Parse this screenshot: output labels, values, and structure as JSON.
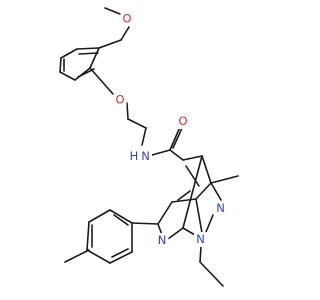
{
  "colors": {
    "background": "#ffffff",
    "bond": "#1a1a1a",
    "carbon": "#1a1a1a",
    "oxygen": "#e0301e",
    "nitrogen": "#2b44d8"
  },
  "atom_labels": {
    "o_methoxy": "O",
    "o_ether": "O",
    "n_amide": "N",
    "h_amide": "H",
    "o_carbonyl": "O",
    "n_pyrazole_2": "N",
    "n_pyrazole_1": "N",
    "n_pyridine": "N"
  }
}
